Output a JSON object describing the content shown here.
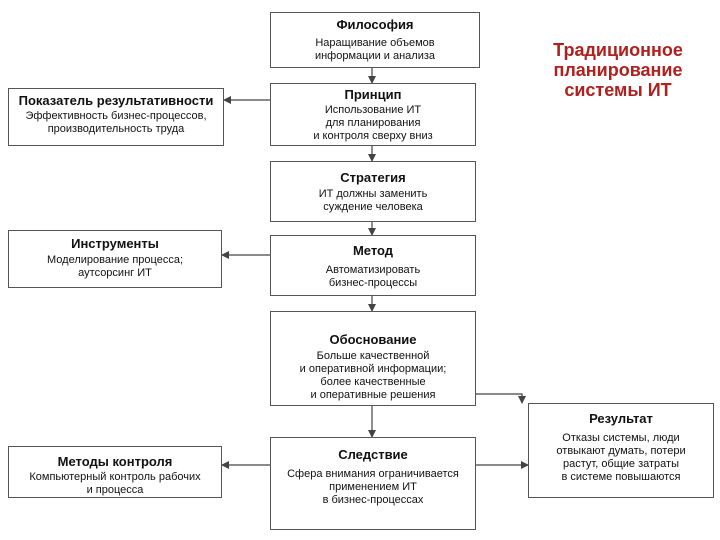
{
  "heading": "Традиционное\nпланирование\nсистемы ИТ",
  "boxes": {
    "philosophy": {
      "title": "Философия",
      "body": "Наращивание объемов\nинформации и анализа"
    },
    "principle": {
      "title": "Принцип",
      "body": "Использование ИТ\nдля планирования\nи контроля сверху вниз"
    },
    "strategy": {
      "title": "Стратегия",
      "body": "ИТ должны заменить\nсуждение человека"
    },
    "method": {
      "title": "Метод",
      "body": "Автоматизировать\nбизнес-процессы"
    },
    "rationale": {
      "title": "Обоснование",
      "body": "Больше качественной\nи оперативной информации;\nболее качественные\nи оперативные решения"
    },
    "consequence": {
      "title": "Следствие",
      "body": "Сфера внимания ограничивается\nприменением ИТ\nв бизнес-процессах"
    }
  },
  "side": {
    "performance": {
      "title": "Показатель результативности",
      "body": "Эффективность бизнес-процессов,\nпроизводительность труда"
    },
    "tools": {
      "title": "Инструменты",
      "body": "Моделирование процесса;\nаутсорсинг ИТ"
    },
    "control": {
      "title": "Методы контроля",
      "body": "Компьютерный контроль рабочих\nи процесса"
    },
    "result": {
      "title": "Результат",
      "body": "Отказы системы, люди\nотвыкают думать, потери\nрастут, общие затраты\nв системе повышаются"
    }
  },
  "colors": {
    "heading": "#b0201c",
    "border": "#555555",
    "line": "#444444"
  }
}
